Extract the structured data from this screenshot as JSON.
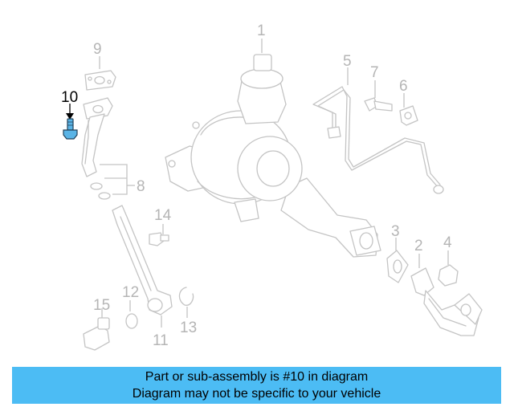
{
  "callouts": {
    "p1": "1",
    "p2": "2",
    "p3": "3",
    "p4": "4",
    "p5": "5",
    "p6": "6",
    "p7": "7",
    "p8": "8",
    "p9": "9",
    "p10": "10",
    "p11": "11",
    "p12": "12",
    "p13": "13",
    "p14": "14",
    "p15": "15"
  },
  "highlighted_part": "10",
  "banner": {
    "line1": "Part or sub-assembly is #10 in diagram",
    "line2": "Diagram may not be specific to your vehicle"
  },
  "colors": {
    "banner_bg": "#4cbcf4",
    "highlight": "#5ab4e6",
    "outline": "#c4c4c4"
  }
}
